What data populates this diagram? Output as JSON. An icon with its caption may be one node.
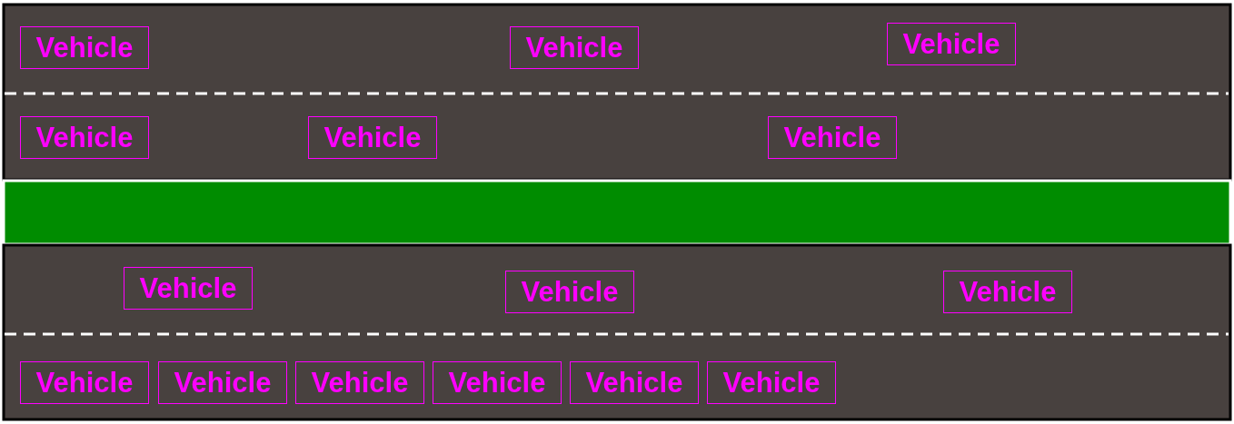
{
  "diagram": {
    "nodes": [
      {
        "text": [
          "Vehicle"
        ]
      },
      {
        "text": [
          "Vehicle"
        ]
      },
      {
        "text": [
          "Vehicle"
        ]
      },
      {
        "text": [
          "Vehicle"
        ]
      },
      {
        "text": [
          "Vehicle"
        ]
      },
      {
        "text": [
          "Vehicle"
        ]
      },
      {
        "text": [
          "Vehicle"
        ]
      },
      {
        "text": [
          "Vehicle"
        ]
      },
      {
        "text": [
          "Vehicle"
        ]
      },
      {
        "text": [
          "Vehicle"
        ]
      },
      {
        "text": [
          "Vehicle"
        ]
      },
      {
        "text": [
          "Vehicle"
        ]
      },
      {
        "text": [
          "Vehicle"
        ]
      },
      {
        "text": [
          "Vehicle"
        ]
      },
      {
        "text": [
          "Vehicle"
        ]
      }
    ]
  }
}
